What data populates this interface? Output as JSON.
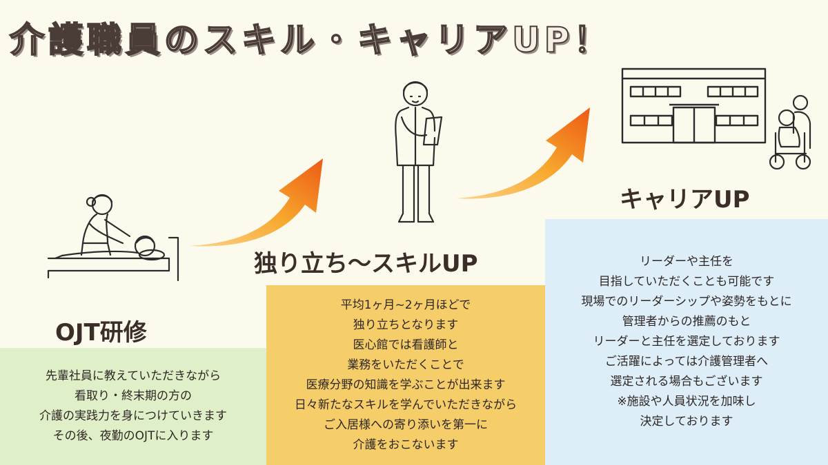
{
  "title": "介護職員のスキル・キャリアUP！",
  "steps": [
    {
      "heading": "OJT研修",
      "lines": [
        "先輩社員に教えていただきながら",
        "看取り・終末期の方の",
        "介護の実践力を身につけていきます",
        "その後、夜勤のOJTに入ります"
      ]
    },
    {
      "heading": "独り立ち〜スキルUP",
      "lines": [
        "平均1ヶ月~2ヶ月ほどで",
        "独り立ちとなります",
        "医心館では看護師と",
        "業務をいただくことで",
        "医療分野の知識を学ぶことが出来ます",
        "日々新たなスキルを学んでいただきながら",
        "ご入居様への寄り添いを第一に",
        "介護をおこないます"
      ]
    },
    {
      "heading": "キャリアUP",
      "lines": [
        "リーダーや主任を",
        "目指していただくことも可能です",
        "現場でのリーダーシップや姿勢をもとに",
        "管理者からの推薦のもと",
        "リーダーと主任を選定しております",
        "ご活躍によっては介護管理者へ",
        "選定される場合もございます",
        "※施設や人員状況を加味し",
        "決定しております"
      ]
    }
  ],
  "colors": {
    "background": "#fcfaed",
    "green_box": "#dfefc8",
    "yellow_box": "#f5cd69",
    "blue_box": "#ddeef8",
    "arrow_start": "#f7a82d",
    "arrow_end": "#ed5a14"
  }
}
